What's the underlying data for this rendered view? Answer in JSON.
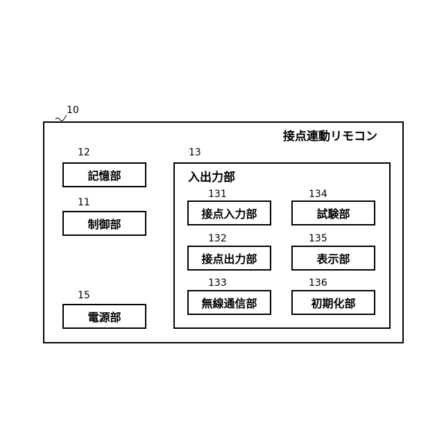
{
  "device": {
    "ref": "10",
    "title": "接点連動リモコン"
  },
  "storage": {
    "ref": "12",
    "label": "記憶部"
  },
  "control": {
    "ref": "11",
    "label": "制御部"
  },
  "power": {
    "ref": "15",
    "label": "電源部"
  },
  "io": {
    "ref": "13",
    "label": "入出力部",
    "contact_input": {
      "ref": "131",
      "label": "接点入力部"
    },
    "contact_output": {
      "ref": "132",
      "label": "接点出力部"
    },
    "wireless": {
      "ref": "133",
      "label": "無線通信部"
    },
    "test": {
      "ref": "134",
      "label": "試験部"
    },
    "display": {
      "ref": "135",
      "label": "表示部"
    },
    "init": {
      "ref": "136",
      "label": "初期化部"
    }
  }
}
